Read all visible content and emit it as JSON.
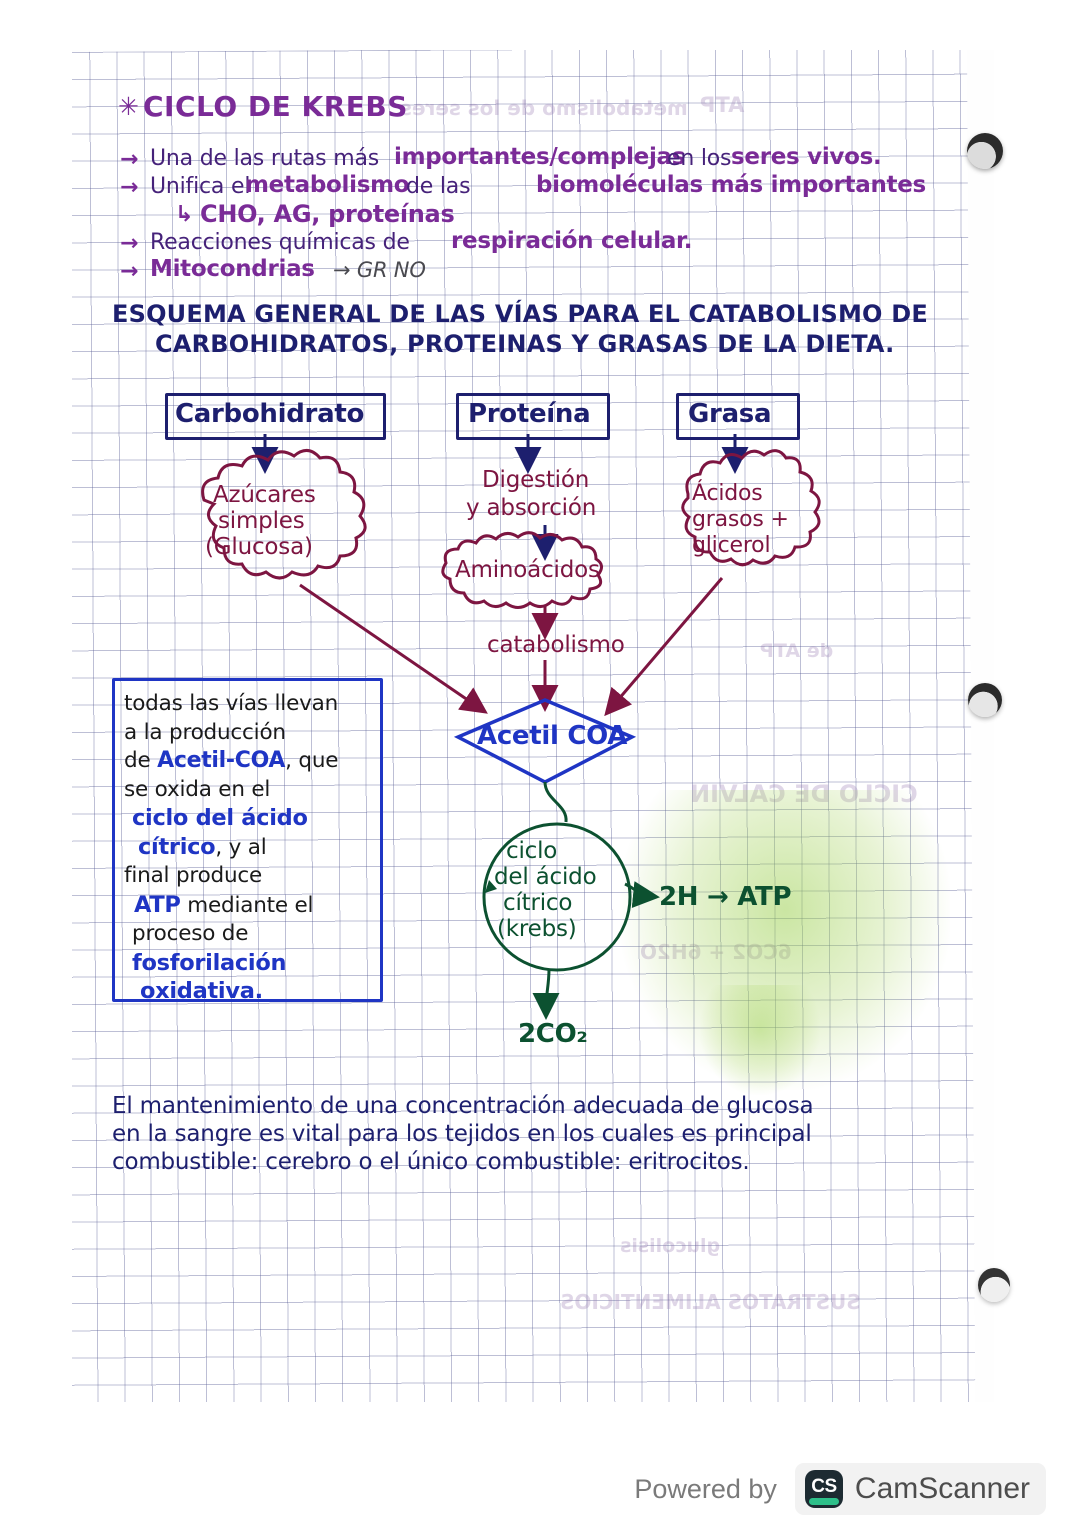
{
  "document": {
    "type": "handwritten-study-notes",
    "language": "es",
    "colors": {
      "violet": "#7a2b97",
      "navy": "#1d1f6e",
      "blue": "#1f35c4",
      "wine": "#7d1541",
      "green": "#0c5130",
      "pencil": "#4a4a50",
      "grid": "#5a5f96"
    }
  },
  "header": {
    "bullet_glyph": "✳",
    "title": "CICLO DE KREBS",
    "bullets": [
      {
        "arrow": "→",
        "plain_1": "Una de las rutas más",
        "hl_1": "importantes/complejas",
        "plain_2": "en los",
        "hl_2": "seres vivos."
      },
      {
        "arrow": "→",
        "plain_1": "Unifica el",
        "hl_1": "metabolismo",
        "plain_2": "de las",
        "hl_2": "biomoléculas más importantes"
      },
      {
        "arrow": "↳",
        "hl_1": "CHO, AG, proteínas"
      },
      {
        "arrow": "→",
        "plain_1": "Reacciones químicas de",
        "hl_1": "respiración celular."
      },
      {
        "arrow": "→",
        "hl_1": "Mitocondrias",
        "plain_2": "→ GR NO"
      }
    ]
  },
  "section_title": {
    "line1": "ESQUEMA GENERAL DE LAS VÍAS PARA EL CATABOLISMO DE",
    "line2": "CARBOHIDRATOS, PROTEINAS Y GRASAS DE LA DIETA."
  },
  "diagram": {
    "inputs": [
      {
        "label": "Carbohidrato"
      },
      {
        "label": "Proteína"
      },
      {
        "label": "Grasa"
      }
    ],
    "clouds": [
      {
        "lines": [
          "Azúcares",
          "simples",
          "(Glucosa)"
        ]
      },
      {
        "lines": [
          "Aminoácidos"
        ]
      },
      {
        "lines": [
          "Ácidos",
          "grasos +",
          "glicerol"
        ]
      }
    ],
    "protein_step": {
      "line1": "Digestión",
      "line2": "y absorción"
    },
    "catabolism_label": "catabolismo",
    "hub": {
      "label": "Acetil COA",
      "shape": "diamond"
    },
    "cycle": {
      "lines": [
        "ciclo",
        "del ácido",
        "cítrico",
        "(krebs)"
      ],
      "output_right": "2H → ATP",
      "output_bottom": "2CO₂"
    }
  },
  "note_box": {
    "segments": [
      {
        "text": "todas las vías llevan",
        "style": "plain"
      },
      {
        "text": "a la producción",
        "style": "plain"
      },
      {
        "text": "de ",
        "style": "plain",
        "inline": true
      },
      {
        "text": "Acetil-COA",
        "style": "blue",
        "inline": true
      },
      {
        "text": ", que",
        "style": "plain",
        "inline": true
      },
      {
        "text": "se oxida en el",
        "style": "plain"
      },
      {
        "text": "ciclo del ácido",
        "style": "blue"
      },
      {
        "text": "cítrico",
        "style": "blue",
        "inline": true
      },
      {
        "text": ", y al",
        "style": "plain",
        "inline": true
      },
      {
        "text": "final produce",
        "style": "plain"
      },
      {
        "text": "ATP",
        "style": "blue",
        "inline": true
      },
      {
        "text": " mediante el",
        "style": "plain",
        "inline": true
      },
      {
        "text": "proceso de",
        "style": "plain"
      },
      {
        "text": "fosforilación",
        "style": "blue"
      },
      {
        "text": "oxidativa.",
        "style": "blue"
      }
    ],
    "lines": [
      "todas las vías llevan",
      "a la producción",
      "de Acetil-COA, que",
      "se oxida en el",
      "ciclo del ácido",
      "cítrico, y al",
      "final produce",
      "ATP mediante el",
      "proceso de",
      "fosforilación",
      "oxidativa."
    ]
  },
  "footnote": {
    "line1": "El mantenimiento de una concentración adecuada de glucosa",
    "line2": "en la sangre es vital para los tejidos en los cuales es principal",
    "line3": "combustible: cerebro o el único combustible: eritrocitos."
  },
  "watermark": {
    "powered_by": "Powered by",
    "brand": "CamScanner",
    "logo_text": "CS"
  },
  "bleed_through": [
    "CICLO DE CALVIN",
    "ATP",
    "metabolismo de los seres",
    "glucolisis",
    "6CO2 + 6H2O",
    "SUSTRATOS ALIMENTICIOS",
    "ATP",
    "de ATP"
  ]
}
